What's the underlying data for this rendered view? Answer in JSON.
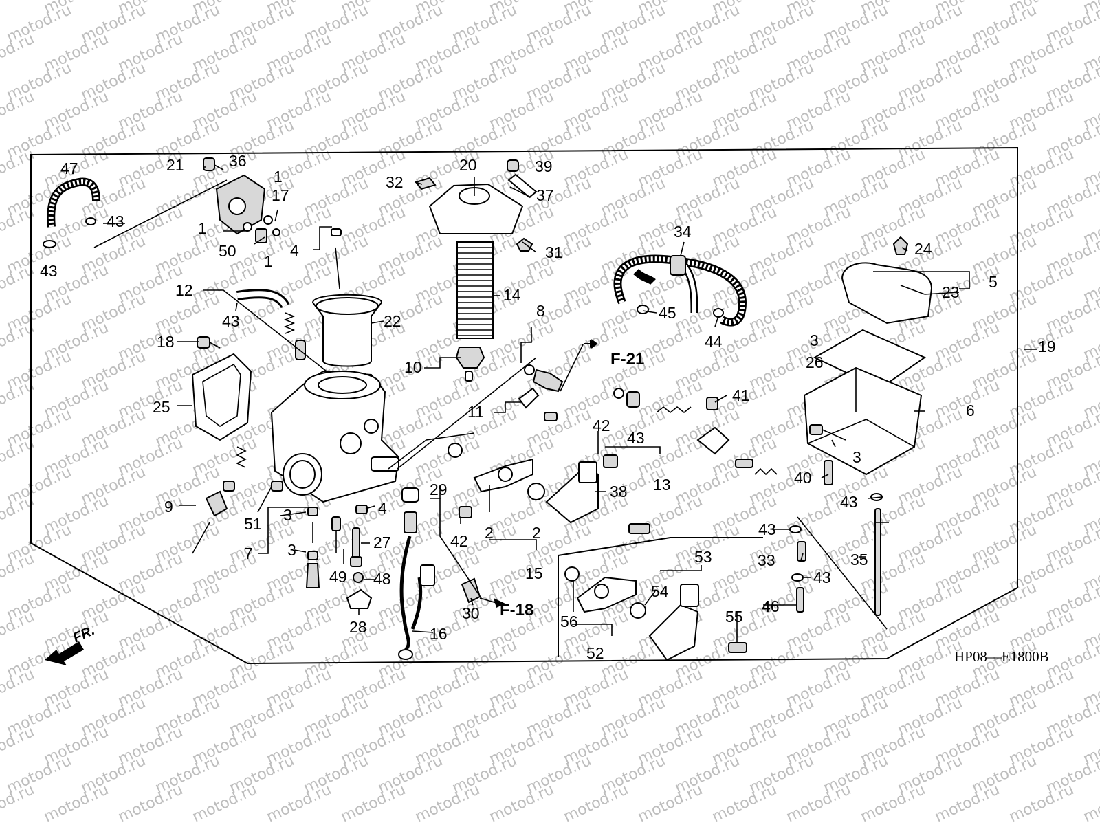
{
  "watermark": "motod.ru",
  "diagram_code": "HP08—E1800B",
  "front_marker": "FR.",
  "references": [
    {
      "id": "ref-f21",
      "text": "F-21"
    },
    {
      "id": "ref-f18",
      "text": "F-18"
    }
  ],
  "callouts": [
    {
      "id": "c47",
      "text": "47"
    },
    {
      "id": "c21",
      "text": "21"
    },
    {
      "id": "c36",
      "text": "36"
    },
    {
      "id": "c1a",
      "text": "1"
    },
    {
      "id": "c17",
      "text": "17"
    },
    {
      "id": "c43a",
      "text": "43"
    },
    {
      "id": "c1b",
      "text": "1"
    },
    {
      "id": "c50",
      "text": "50"
    },
    {
      "id": "c1c",
      "text": "1"
    },
    {
      "id": "c43b",
      "text": "43"
    },
    {
      "id": "c4a",
      "text": "4"
    },
    {
      "id": "c20",
      "text": "20"
    },
    {
      "id": "c39",
      "text": "39"
    },
    {
      "id": "c32",
      "text": "32"
    },
    {
      "id": "c37",
      "text": "37"
    },
    {
      "id": "c31",
      "text": "31"
    },
    {
      "id": "c34",
      "text": "34"
    },
    {
      "id": "c24",
      "text": "24"
    },
    {
      "id": "c5",
      "text": "5"
    },
    {
      "id": "c23",
      "text": "23"
    },
    {
      "id": "c12",
      "text": "12"
    },
    {
      "id": "c43c",
      "text": "43"
    },
    {
      "id": "c22",
      "text": "22"
    },
    {
      "id": "c14",
      "text": "14"
    },
    {
      "id": "c45",
      "text": "45"
    },
    {
      "id": "c44",
      "text": "44"
    },
    {
      "id": "c18",
      "text": "18"
    },
    {
      "id": "c8",
      "text": "8"
    },
    {
      "id": "c10",
      "text": "10"
    },
    {
      "id": "c3a",
      "text": "3"
    },
    {
      "id": "c26",
      "text": "26"
    },
    {
      "id": "c19",
      "text": "19"
    },
    {
      "id": "c25",
      "text": "25"
    },
    {
      "id": "c11",
      "text": "11"
    },
    {
      "id": "c41",
      "text": "41"
    },
    {
      "id": "c6",
      "text": "6"
    },
    {
      "id": "c42a",
      "text": "42"
    },
    {
      "id": "c43d",
      "text": "43"
    },
    {
      "id": "c3b",
      "text": "3"
    },
    {
      "id": "c13",
      "text": "13"
    },
    {
      "id": "c40",
      "text": "40"
    },
    {
      "id": "c38",
      "text": "38"
    },
    {
      "id": "c9",
      "text": "9"
    },
    {
      "id": "c51",
      "text": "51"
    },
    {
      "id": "c3c",
      "text": "3"
    },
    {
      "id": "c4b",
      "text": "4"
    },
    {
      "id": "c29",
      "text": "29"
    },
    {
      "id": "c43e",
      "text": "43"
    },
    {
      "id": "c42b",
      "text": "42"
    },
    {
      "id": "c2a",
      "text": "2"
    },
    {
      "id": "c2b",
      "text": "2"
    },
    {
      "id": "c43f",
      "text": "43"
    },
    {
      "id": "c7",
      "text": "7"
    },
    {
      "id": "c3d",
      "text": "3"
    },
    {
      "id": "c27",
      "text": "27"
    },
    {
      "id": "c33",
      "text": "33"
    },
    {
      "id": "c35",
      "text": "35"
    },
    {
      "id": "c43g",
      "text": "43"
    },
    {
      "id": "c53",
      "text": "53"
    },
    {
      "id": "c15",
      "text": "15"
    },
    {
      "id": "c49",
      "text": "49"
    },
    {
      "id": "c48",
      "text": "48"
    },
    {
      "id": "c54",
      "text": "54"
    },
    {
      "id": "c46",
      "text": "46"
    },
    {
      "id": "c30",
      "text": "30"
    },
    {
      "id": "c28",
      "text": "28"
    },
    {
      "id": "c16",
      "text": "16"
    },
    {
      "id": "c56",
      "text": "56"
    },
    {
      "id": "c55",
      "text": "55"
    },
    {
      "id": "c52",
      "text": "52"
    }
  ]
}
